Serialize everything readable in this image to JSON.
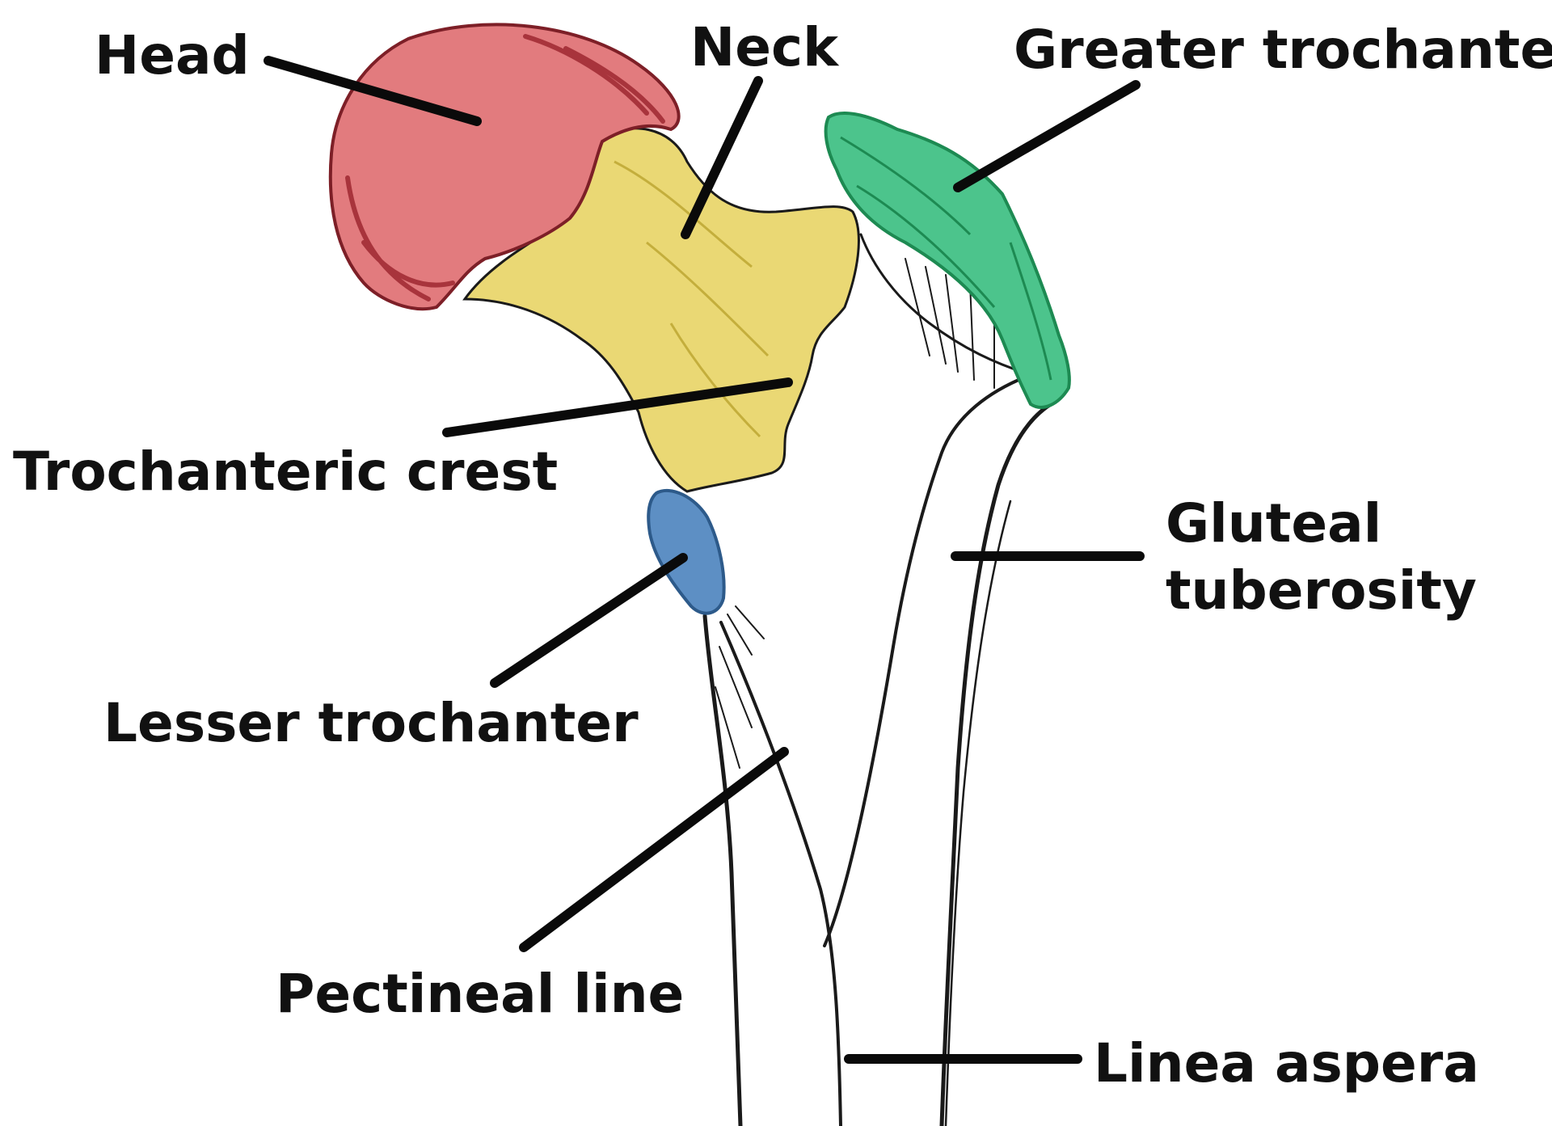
{
  "labels": {
    "head": "Head",
    "neck": "Neck",
    "greater_trochanter": "Greater trochanter",
    "trochanteric_crest": "Trochanteric crest",
    "gluteal_tuberosity_line1": "Gluteal",
    "gluteal_tuberosity_line2": "tuberosity",
    "lesser_trochanter": "Lesser trochanter",
    "pectineal_line": "Pectineal line",
    "linea_aspera": "Linea aspera"
  },
  "colors": {
    "head": "#e27b7e",
    "head_shade": "#a8343c",
    "neck_crest": "#ead874",
    "neck_shade": "#c4ae3c",
    "greater_trochanter": "#4cc48c",
    "greater_trochanter_shade": "#1d8a52",
    "lesser_trochanter": "#5d8fc4",
    "lesser_trochanter_shade": "#2d5a8a",
    "bone_outline": "#1a1a1a",
    "leader_line": "#0a0a0a",
    "text": "#111111",
    "background": "#ffffff"
  }
}
